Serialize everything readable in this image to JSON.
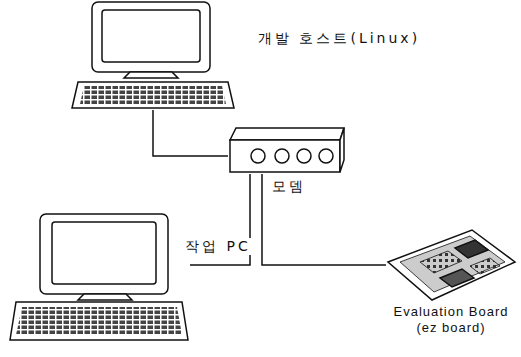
{
  "diagram": {
    "nodes": [
      {
        "text": [
          "개발 호스트(Linux)"
        ]
      },
      {
        "text": [
          "모뎀"
        ]
      },
      {
        "text": [
          "작업 PC"
        ]
      },
      {
        "text": [
          "Evaluation Board (ez board)"
        ]
      }
    ],
    "edges": [
      {
        "from": 0,
        "to": 1,
        "arrow": "none"
      },
      {
        "from": 2,
        "to": 1,
        "arrow": "none"
      },
      {
        "from": 1,
        "to": 3,
        "arrow": "none"
      }
    ]
  }
}
